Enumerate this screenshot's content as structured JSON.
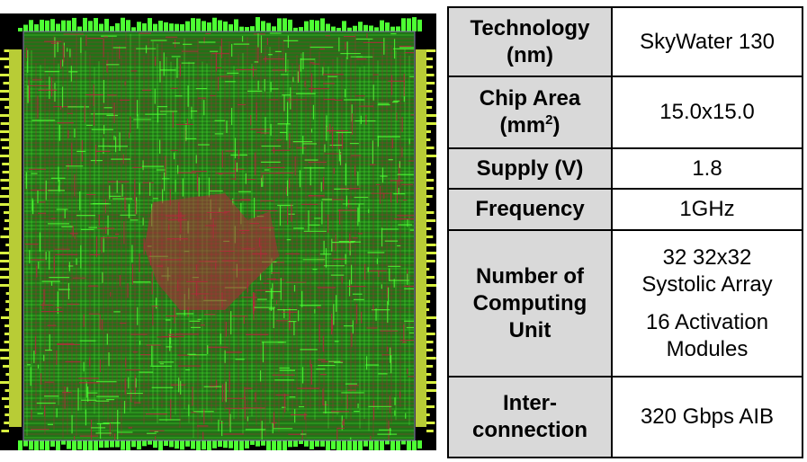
{
  "figure": {
    "image_name": "chip-layout-micrograph",
    "colors": {
      "background": "#000000",
      "metal_green": "#3cd22a",
      "bright_green": "#4dff33",
      "routing_red": "#b4283c",
      "io_pad_yellow": "#d8f040",
      "outline": "#8a6fb5"
    }
  },
  "specs": {
    "rows": [
      {
        "key_lines": [
          "Technology",
          "(nm)"
        ],
        "value_lines": [
          "SkyWater 130"
        ]
      },
      {
        "key_lines": [
          "Chip Area"
        ],
        "key_last": {
          "base": "(mm",
          "sup": "2",
          "close": ")"
        },
        "value_lines": [
          "15.0x15.0"
        ]
      },
      {
        "key_lines": [
          "Supply (V)"
        ],
        "value_lines": [
          "1.8"
        ]
      },
      {
        "key_lines": [
          "Frequency"
        ],
        "value_lines": [
          "1GHz"
        ]
      },
      {
        "key_lines": [
          "Number of",
          "Computing",
          "Unit"
        ],
        "value_groups": [
          [
            "32 32x32",
            "Systolic Array"
          ],
          [
            "16 Activation",
            "Modules"
          ]
        ]
      },
      {
        "key_lines": [
          "Inter-",
          "connection"
        ],
        "value_lines": [
          "320 Gbps AIB"
        ]
      }
    ]
  }
}
